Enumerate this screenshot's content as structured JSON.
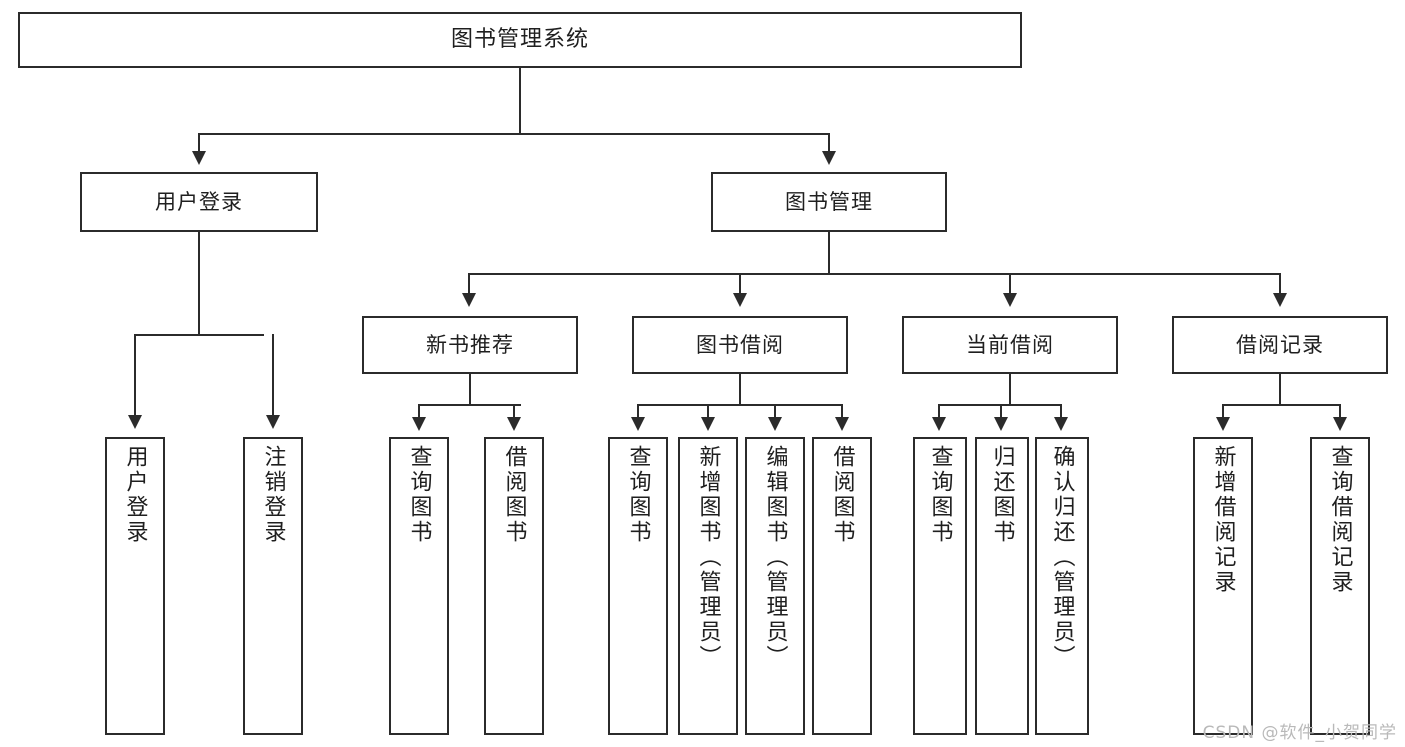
{
  "diagram": {
    "type": "tree",
    "title": "图书管理系统",
    "root": {
      "label": "图书管理系统"
    },
    "level2": [
      {
        "label": "用户登录"
      },
      {
        "label": "图书管理"
      }
    ],
    "level3": [
      {
        "label": "新书推荐"
      },
      {
        "label": "图书借阅"
      },
      {
        "label": "当前借阅"
      },
      {
        "label": "借阅记录"
      }
    ],
    "leaves": {
      "user_login": [
        {
          "label": "用户登录"
        },
        {
          "label": "注销登录"
        }
      ],
      "new_book_recommend": [
        {
          "label": "查询图书"
        },
        {
          "label": "借阅图书"
        }
      ],
      "book_borrow": [
        {
          "label": "查询图书"
        },
        {
          "label": "新增图书（管理员）"
        },
        {
          "label": "编辑图书（管理员）"
        },
        {
          "label": "借阅图书"
        }
      ],
      "current_borrow": [
        {
          "label": "查询图书"
        },
        {
          "label": "归还图书"
        },
        {
          "label": "确认归还（管理员）"
        }
      ],
      "borrow_record": [
        {
          "label": "新增借阅记录"
        },
        {
          "label": "查询借阅记录"
        }
      ]
    }
  },
  "watermark": {
    "text": "CSDN @软件_小贺同学"
  },
  "colors": {
    "stroke": "#2b2b2b",
    "background": "#ffffff",
    "text": "#1f1f1f",
    "watermark": "#b9b9b9"
  }
}
